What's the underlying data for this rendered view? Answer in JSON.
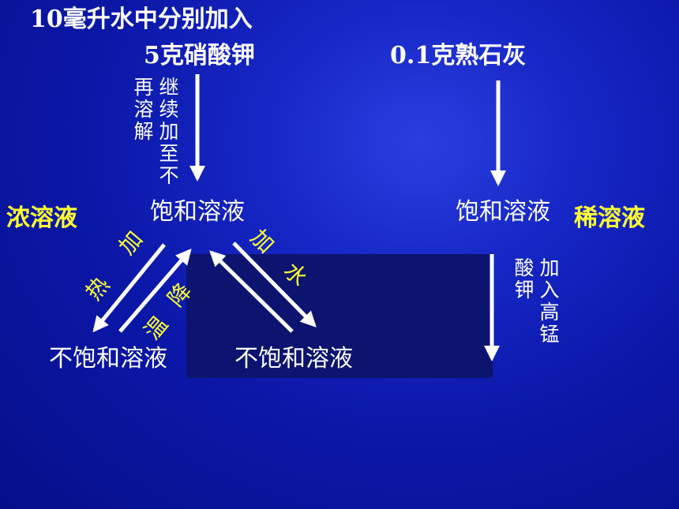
{
  "title": "10毫升水中分别加入",
  "sources": {
    "left": "5克硝酸钾",
    "right": "0.1克熟石灰"
  },
  "nodes": {
    "saturated_left": "饱和溶液",
    "saturated_right": "饱和溶液",
    "unsaturated_left": "不饱和溶液",
    "unsaturated_right": "不饱和溶液"
  },
  "side_labels": {
    "concentrated": "浓溶液",
    "dilute": "稀溶液"
  },
  "arrow_labels": {
    "continue_col1": "继续加至不",
    "continue_col2": "再溶解",
    "add_col1": "加入高锰",
    "add_col2": "酸钾",
    "heat_1": "加",
    "heat_2": "热",
    "cool_1": "降",
    "cool_2": "温",
    "water_1": "加",
    "water_2": "水"
  },
  "colors": {
    "highlight": "#ffff33",
    "text": "#ffffff",
    "background": "#0b18a8"
  }
}
